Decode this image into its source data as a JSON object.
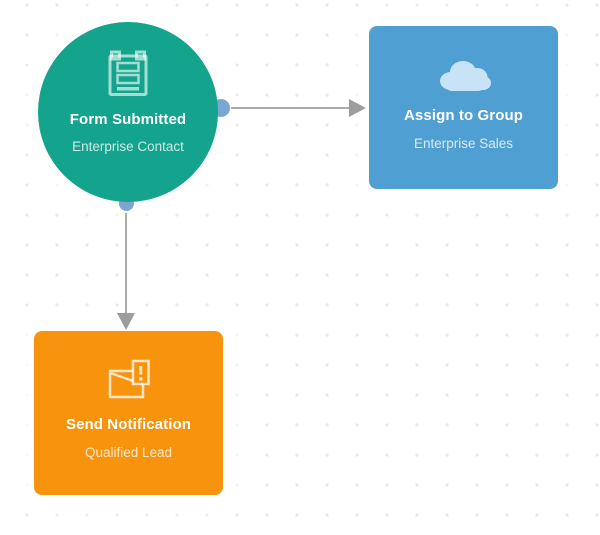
{
  "canvas": {
    "background": "#ffffff",
    "dot_color": "#e4e7eb"
  },
  "nodes": {
    "trigger": {
      "shape": "circle",
      "color": "#14a38d",
      "icon": "form-icon",
      "title": "Form Submitted",
      "subtitle": "Enterprise Contact"
    },
    "assign": {
      "shape": "rounded-square",
      "color": "#4f9fd3",
      "icon": "cloud-icon",
      "icon_color": "#c9e3f6",
      "title": "Assign to Group",
      "subtitle": "Enterprise Sales"
    },
    "notify": {
      "shape": "rounded-square",
      "color": "#f7930c",
      "icon": "notification-icon",
      "title": "Send Notification",
      "subtitle": "Qualified Lead"
    }
  },
  "connectors": [
    {
      "from": "trigger",
      "to": "assign",
      "direction": "right",
      "color": "#ababab"
    },
    {
      "from": "trigger",
      "to": "notify",
      "direction": "down",
      "color": "#ababab"
    }
  ],
  "ports": {
    "color": "#79a7d2"
  }
}
